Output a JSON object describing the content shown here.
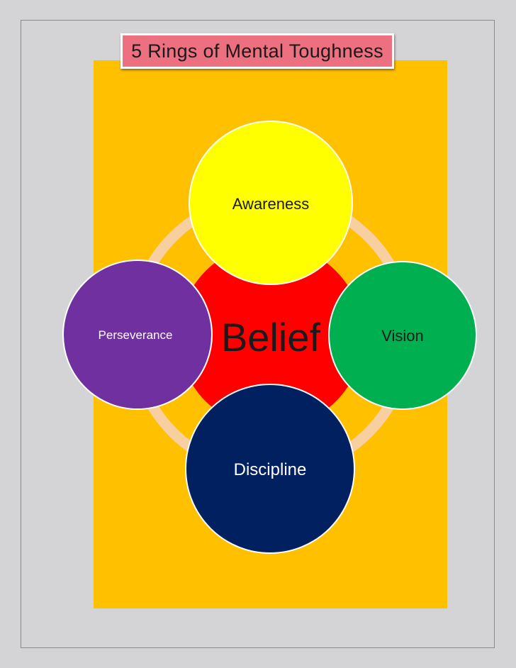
{
  "title": "5 Rings of Mental Toughness",
  "center": "Belief",
  "rings": [
    {
      "id": "awareness",
      "label": "Awareness",
      "fill": "#ffff00",
      "text_color": "#1a1a1a"
    },
    {
      "id": "vision",
      "label": "Vision",
      "fill": "#00b050",
      "text_color": "#1a1a1a"
    },
    {
      "id": "discipline",
      "label": "Discipline",
      "fill": "#002060",
      "text_color": "#ffffff"
    },
    {
      "id": "perseverance",
      "label": "Perseverance",
      "fill": "#7030a0",
      "text_color": "#ffffff"
    }
  ],
  "colors": {
    "page_background": "#d4d4d6",
    "panel": "#ffc000",
    "title_fill": "#ec7080",
    "center_fill": "#ff0000",
    "connector_ring": "#f8cfa0",
    "circle_outline": "#ffffff"
  }
}
